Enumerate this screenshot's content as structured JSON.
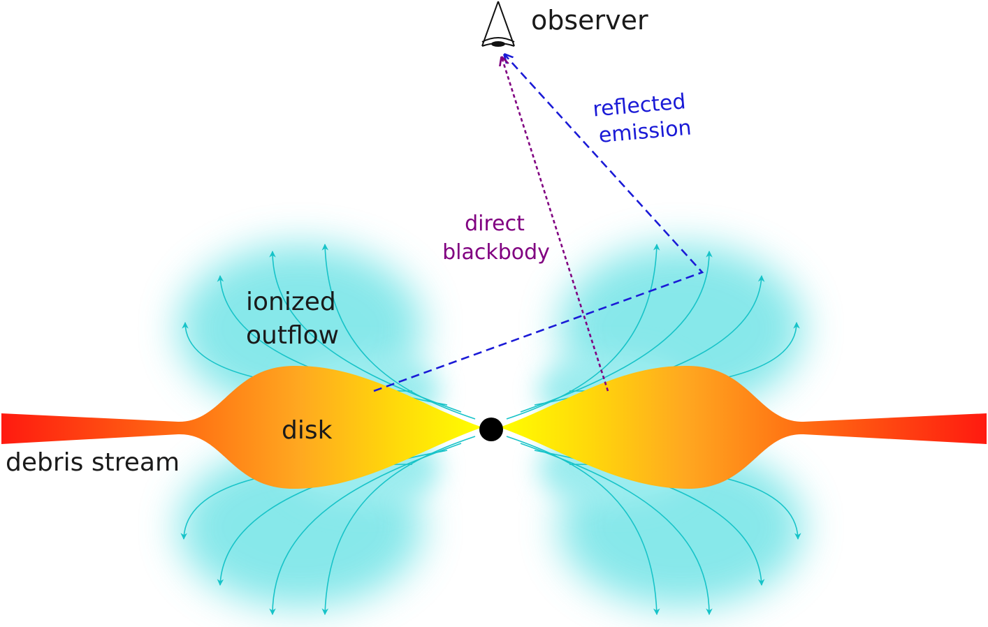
{
  "labels": {
    "observer": "observer",
    "reflected_line1": "reflected",
    "reflected_line2": "emission",
    "direct_line1": "direct",
    "direct_line2": "blackbody",
    "outflow_line1": "ionized",
    "outflow_line2": "outflow",
    "disk": "disk",
    "debris_stream": "debris stream"
  },
  "colors": {
    "text": "#1a1a1a",
    "reflected": "#1a1ad6",
    "direct": "#800080",
    "outflow_glow": "#40d8dc",
    "outflow_lines": "#17c3c8",
    "disk_center": "#ffee00",
    "disk_mid": "#ffa020",
    "disk_edge": "#ff6a10",
    "stream": "#ff1a10",
    "black_hole": "#000000"
  },
  "icons": {
    "observer": "eye-icon",
    "black_hole": "black-hole-dot"
  }
}
